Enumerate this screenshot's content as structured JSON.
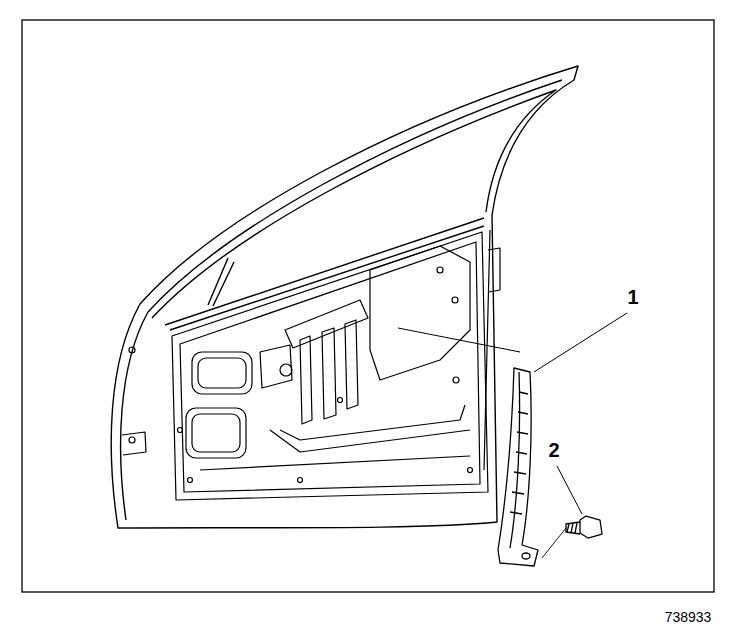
{
  "diagram": {
    "labels": [
      "1",
      "2",
      "738933"
    ]
  }
}
